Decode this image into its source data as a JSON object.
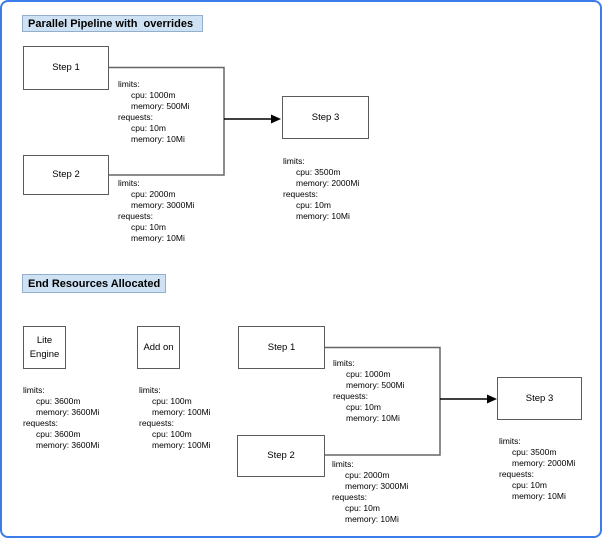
{
  "colors": {
    "outer_border": "#3b7ce8",
    "title_fill": "#cfe2f3",
    "title_border": "#93afcd",
    "node_border": "#5b5b5b",
    "connector_line": "#666666",
    "arrow": "#000000"
  },
  "sections": {
    "pipeline": {
      "title": "Parallel Pipeline with  overrides",
      "step1": {
        "label": "Step 1",
        "resources": [
          "limits:",
          "cpu: 1000m",
          "memory: 500Mi",
          "requests:",
          "cpu: 10m",
          "memory: 10Mi"
        ]
      },
      "step2": {
        "label": "Step 2",
        "resources": [
          "limits:",
          "cpu: 2000m",
          "memory: 3000Mi",
          "requests:",
          "cpu: 10m",
          "memory: 10Mi"
        ]
      },
      "step3": {
        "label": "Step 3",
        "resources": [
          "limits:",
          "cpu: 3500m",
          "memory: 2000Mi",
          "requests:",
          "cpu: 10m",
          "memory: 10Mi"
        ]
      }
    },
    "end_resources": {
      "title": "End Resources Allocated",
      "lite_engine": {
        "label": "Lite Engine",
        "resources": [
          "limits:",
          "cpu: 3600m",
          "memory: 3600Mi",
          "requests:",
          "cpu: 3600m",
          "memory: 3600Mi"
        ]
      },
      "add_on": {
        "label": "Add on",
        "resources": [
          "limits:",
          "cpu: 100m",
          "memory: 100Mi",
          "requests:",
          "cpu: 100m",
          "memory: 100Mi"
        ]
      },
      "step1": {
        "label": "Step 1",
        "resources": [
          "limits:",
          "cpu: 1000m",
          "memory: 500Mi",
          "requests:",
          "cpu: 10m",
          "memory: 10Mi"
        ]
      },
      "step2": {
        "label": "Step 2",
        "resources": [
          "limits:",
          "cpu: 2000m",
          "memory: 3000Mi",
          "requests:",
          "cpu: 10m",
          "memory: 10Mi"
        ]
      },
      "step3": {
        "label": "Step 3",
        "resources": [
          "limits:",
          "cpu: 3500m",
          "memory: 2000Mi",
          "requests:",
          "cpu: 10m",
          "memory: 10Mi"
        ]
      }
    }
  }
}
